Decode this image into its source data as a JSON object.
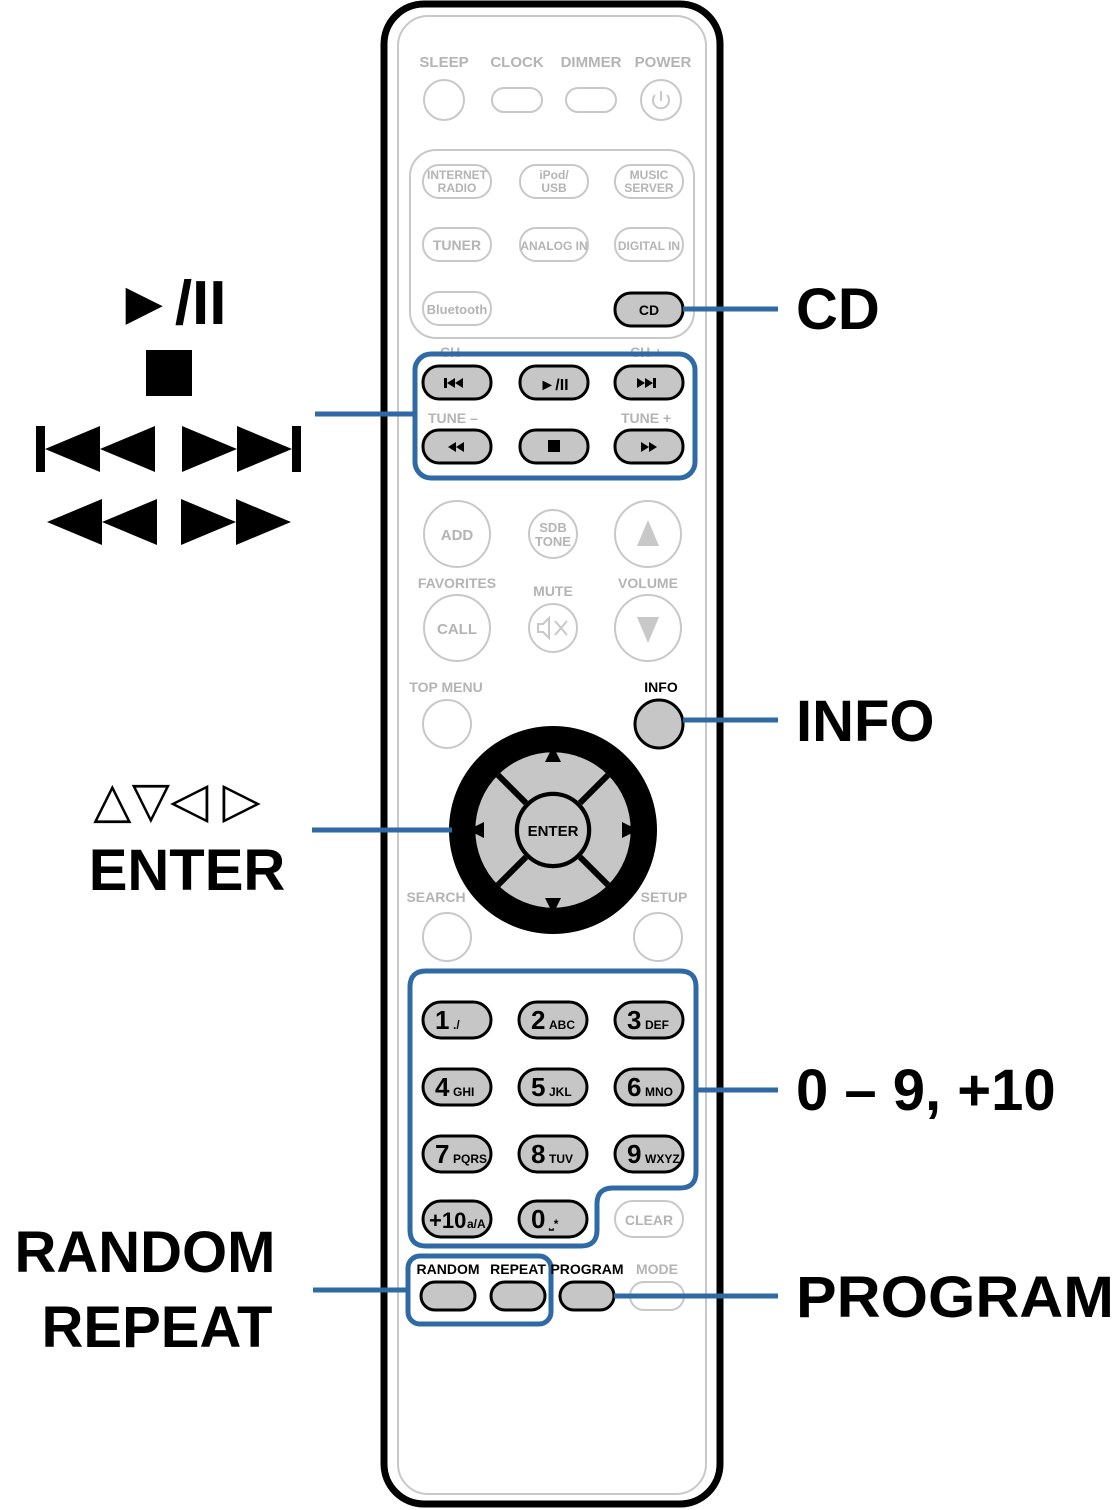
{
  "colors": {
    "outline": "#000000",
    "faint": "#c8c8c8",
    "faint_text": "#b4b4b4",
    "button_fill": "#c6c6c6",
    "callout": "#2f6aa5",
    "dpad_outer": "#000000",
    "white": "#ffffff"
  },
  "remote": {
    "top_row": {
      "labels": [
        "SLEEP",
        "CLOCK",
        "DIMMER",
        "POWER"
      ],
      "power_icon": "power-icon"
    },
    "source": {
      "internet_radio": [
        "INTERNET",
        "RADIO"
      ],
      "ipod_usb": [
        "iPod/",
        "USB"
      ],
      "music_server": [
        "MUSIC",
        "SERVER"
      ],
      "tuner": "TUNER",
      "analog_in": "ANALOG IN",
      "digital_in": "DIGITAL IN",
      "bluetooth": "Bluetooth",
      "cd": "CD"
    },
    "transport": {
      "ch_minus": "CH –",
      "ch_plus": "CH +",
      "tune_minus": "TUNE –",
      "tune_plus": "TUNE +",
      "play_pause": "►/II",
      "skip_back_icon": "skip-back-icon",
      "skip_fwd_icon": "skip-forward-icon",
      "rewind_icon": "rewind-icon",
      "ffwd_icon": "fast-forward-icon",
      "stop_icon": "stop-icon"
    },
    "middle": {
      "add": "ADD",
      "sdb_tone": [
        "SDB",
        "TONE"
      ],
      "favorites": "FAVORITES",
      "call": "CALL",
      "mute": "MUTE",
      "volume": "VOLUME",
      "top_menu": "TOP MENU",
      "info": "INFO",
      "search": "SEARCH",
      "setup": "SETUP",
      "enter": "ENTER"
    },
    "numpad": [
      {
        "num": "1",
        "sub": "./"
      },
      {
        "num": "2",
        "sub": "ABC"
      },
      {
        "num": "3",
        "sub": "DEF"
      },
      {
        "num": "4",
        "sub": "GHI"
      },
      {
        "num": "5",
        "sub": "JKL"
      },
      {
        "num": "6",
        "sub": "MNO"
      },
      {
        "num": "7",
        "sub": "PQRS"
      },
      {
        "num": "8",
        "sub": "TUV"
      },
      {
        "num": "9",
        "sub": "WXYZ"
      },
      {
        "num": "+10",
        "sub": "a/A"
      },
      {
        "num": "0",
        "sub": "⎵*"
      }
    ],
    "clear": "CLEAR",
    "bottom_row": [
      "RANDOM",
      "REPEAT",
      "PROGRAM",
      "MODE"
    ]
  },
  "callouts": {
    "cd": "CD",
    "info": "INFO",
    "numbers": "0 – 9, +10",
    "program": "PROGRAM",
    "play_pause": "►/II",
    "stop_icon": "stop-icon",
    "skip_icons": [
      "skip-back-icon",
      "skip-forward-icon"
    ],
    "seek_icons": [
      "rewind-icon",
      "fast-forward-icon"
    ],
    "cursor_arrows": "△▽◁ ▷",
    "enter": "ENTER",
    "random": "RANDOM",
    "repeat": "REPEAT"
  }
}
